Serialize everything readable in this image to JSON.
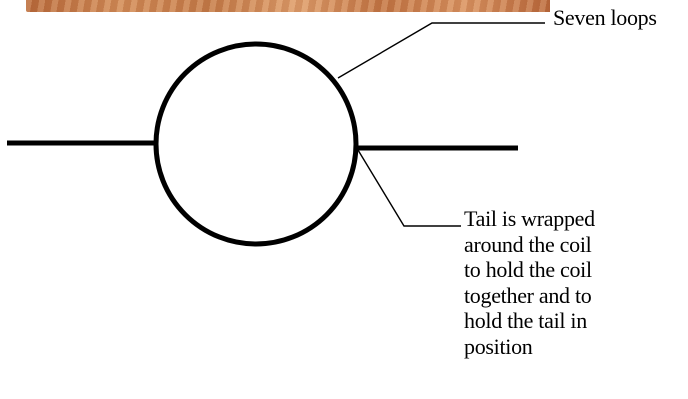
{
  "labels": {
    "coil": "Seven loops",
    "tail_lines": [
      "Tail is wrapped",
      "around the coil",
      "to hold the coil",
      "together and to",
      "hold the tail in",
      "position"
    ]
  },
  "colors": {
    "ink": "#000000",
    "photo_tone": "#c47a47"
  }
}
